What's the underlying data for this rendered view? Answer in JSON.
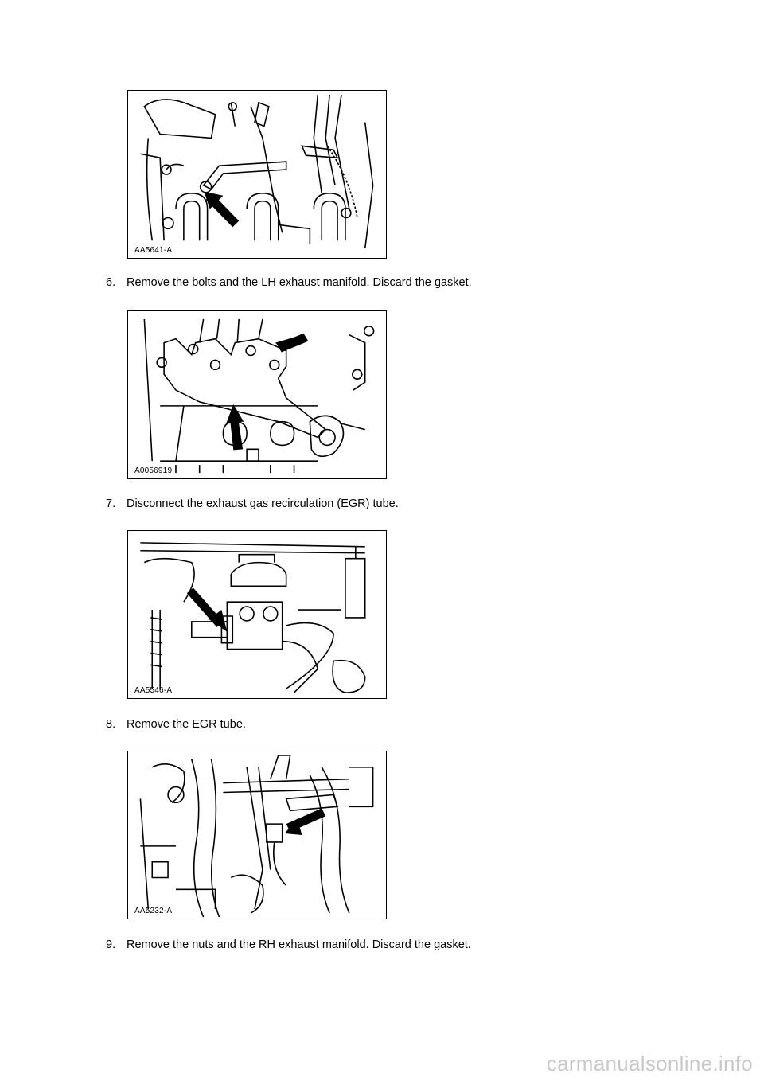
{
  "figures": [
    {
      "id": "AA5641-A"
    },
    {
      "id": "A0056919"
    },
    {
      "id": "AA5546-A"
    },
    {
      "id": "AA5232-A"
    }
  ],
  "steps": [
    {
      "number": "6.",
      "text": "Remove the bolts and the LH exhaust manifold. Discard the gasket."
    },
    {
      "number": "7.",
      "text": "Disconnect the exhaust gas recirculation (EGR) tube."
    },
    {
      "number": "8.",
      "text": "Remove the EGR tube."
    },
    {
      "number": "9.",
      "text": "Remove the nuts and the RH exhaust manifold. Discard the gasket."
    }
  ],
  "watermark": "carmanualsonline.info"
}
